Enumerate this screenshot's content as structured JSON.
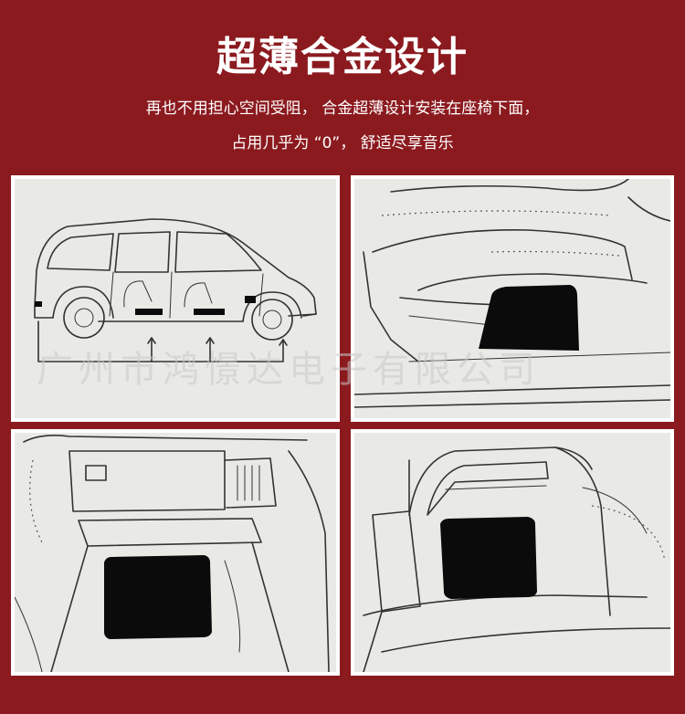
{
  "header": {
    "title": "超薄合金设计",
    "line1": "再也不用担心空间受阻， 合金超薄设计安装在座椅下面，",
    "line2": "占用几乎为 “0”， 舒适尽享音乐"
  },
  "watermark": "广州市鸿憬达电子有限公司",
  "colors": {
    "background": "#8b1a1f",
    "panel": "#ffffff",
    "device": "#0b0b0b"
  },
  "panels": [
    "van-side-view",
    "front-seat-underside",
    "dashboard-glovebox",
    "rear-trunk"
  ]
}
